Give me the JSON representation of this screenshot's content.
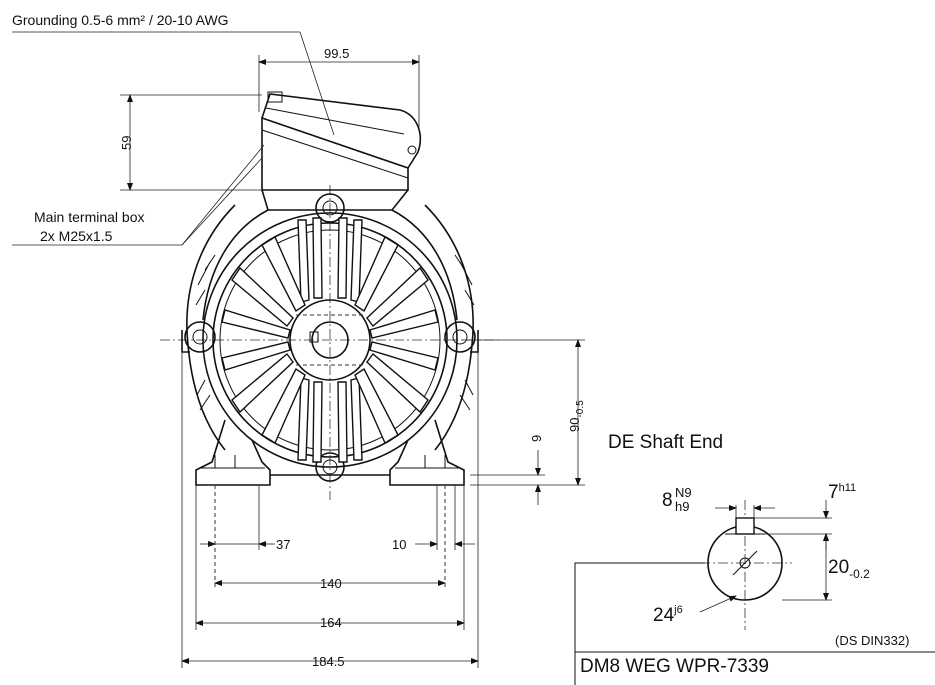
{
  "annotations": {
    "grounding": "Grounding 0.5-6 mm² / 20-10 AWG",
    "terminal_box_line1": "Main terminal box",
    "terminal_box_line2": "2x M25x1.5"
  },
  "dimensions": {
    "box_width": "99.5",
    "box_height": "59",
    "shaft_height": "90",
    "shaft_height_tol": "-0.5",
    "foot_thickness": "9",
    "foot_slot": "37",
    "foot_edge": "10",
    "hole_spacing": "140",
    "foot_width": "164",
    "overall_width": "184.5"
  },
  "shaft_end": {
    "title": "DE Shaft End",
    "key_width": "8",
    "key_width_tol_upper": "N9",
    "key_width_tol_lower": "h9",
    "key_height": "7",
    "key_height_tol": "h11",
    "key_depth": "20",
    "key_depth_tol": "-0.2",
    "diameter": "24",
    "diameter_tol": "j6",
    "standard": "(DS DIN332)"
  },
  "title_block": {
    "drawing_no": "DM8 WEG WPR-7339"
  }
}
